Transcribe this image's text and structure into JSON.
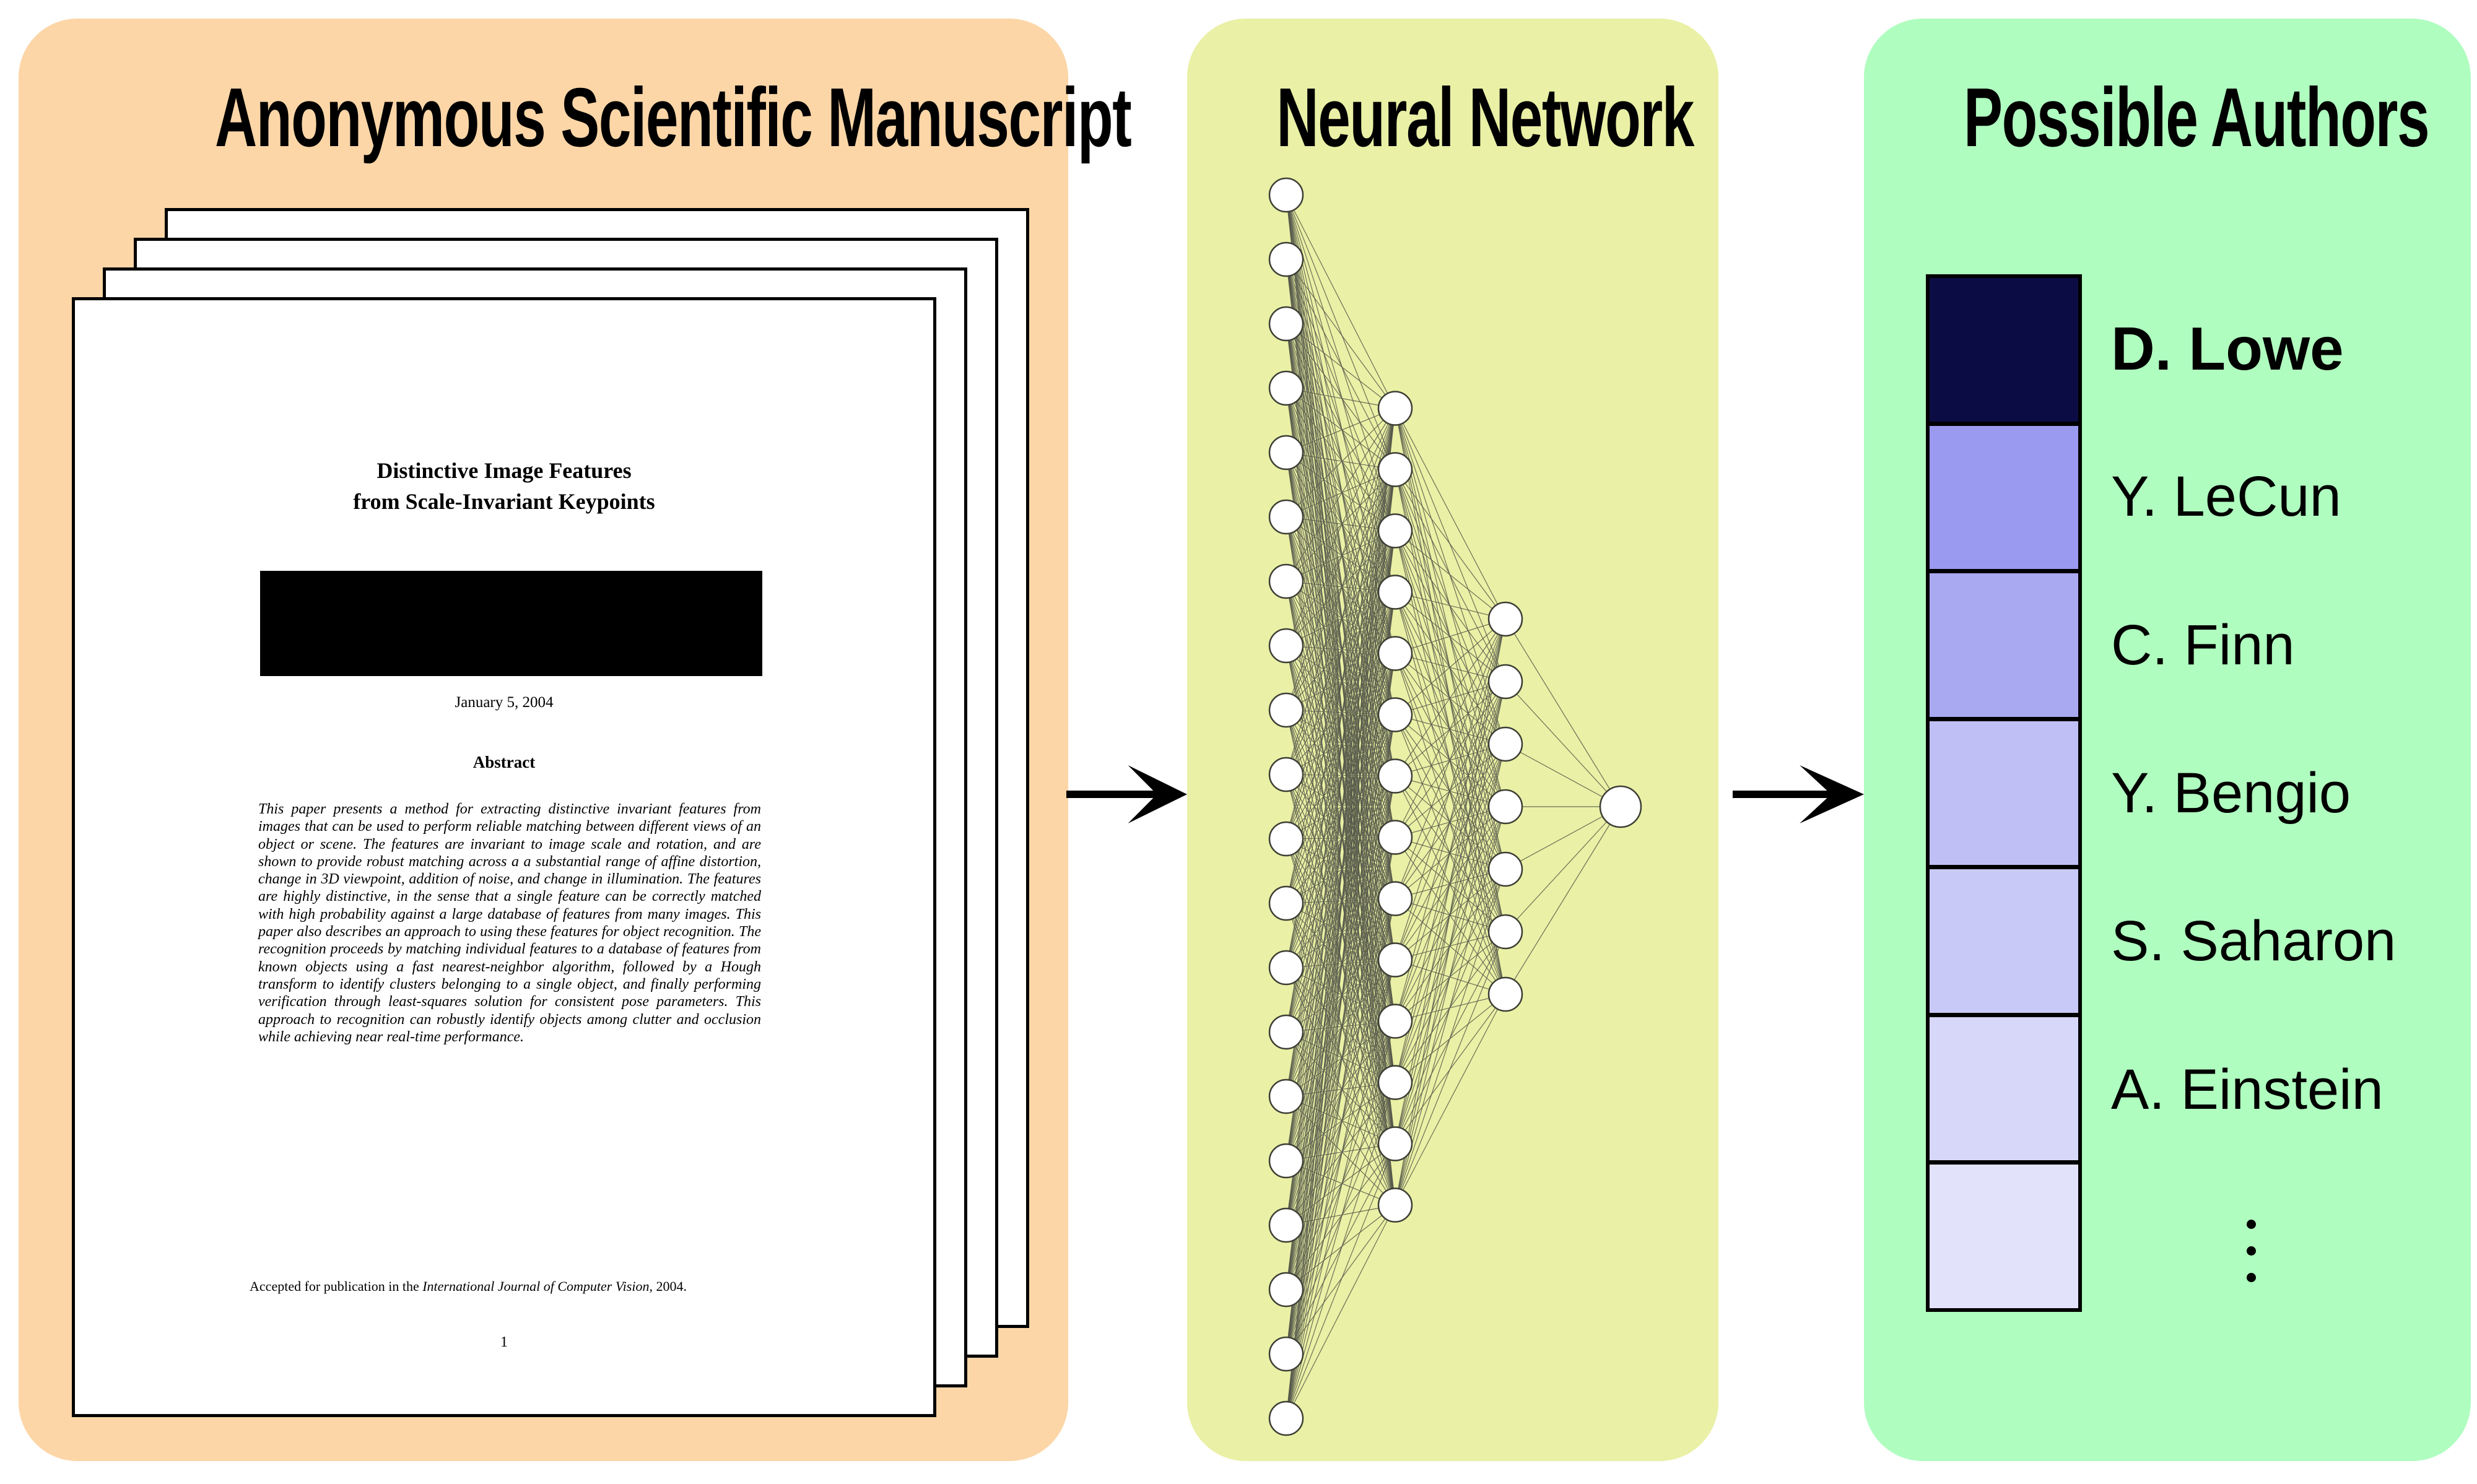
{
  "panels": {
    "manuscript": {
      "title": "Anonymous Scientific Manuscript",
      "bg": "#fcd6a7"
    },
    "network": {
      "title": "Neural Network",
      "bg": "#eaf0a5"
    },
    "authors": {
      "title": "Possible Authors",
      "bg": "#b0fdc0"
    }
  },
  "paper": {
    "title_line1": "Distinctive Image Features",
    "title_line2": "from Scale-Invariant Keypoints",
    "date": "January 5, 2004",
    "section_heading": "Abstract",
    "abstract": "This paper presents a method for extracting distinctive invariant features from images that can be used to perform reliable matching between different views of an object or scene. The features are invariant to image scale and rotation, and are shown to provide robust matching across a a substantial range of affine distortion, change in 3D viewpoint, addition of noise, and change in illumination. The features are highly distinctive, in the sense that a single feature can be correctly matched with high probability against a large database of features from many images. This paper also describes an approach to using these features for object recognition. The recognition proceeds by matching individual features to a database of features from known objects using a fast nearest-neighbor algorithm, followed by a Hough transform to identify clusters belonging to a single object, and finally performing verification through least-squares solution for consistent pose parameters. This approach to recognition can robustly identify objects among clutter and occlusion while achieving near real-time performance.",
    "footer_prefix": "Accepted for publication in the ",
    "footer_journal_italic": "International Journal of Computer Vision",
    "footer_suffix": ", 2004.",
    "page_number": "1",
    "redaction_color": "#000000"
  },
  "network": {
    "layer_sizes": [
      20,
      14,
      7,
      1
    ],
    "node_fill": "#ffffff",
    "node_stroke": "#3d3f35",
    "edge_color": "#55584a"
  },
  "authors": {
    "bar_border_color": "#000000",
    "items": [
      {
        "name": "D. Lowe",
        "cell_color": "#0c0c45",
        "emphasis": true,
        "ellipsis": false
      },
      {
        "name": "Y. LeCun",
        "cell_color": "#9a9af0",
        "emphasis": false,
        "ellipsis": false
      },
      {
        "name": "C. Finn",
        "cell_color": "#a9a9f2",
        "emphasis": false,
        "ellipsis": false
      },
      {
        "name": "Y. Bengio",
        "cell_color": "#bfbff5",
        "emphasis": false,
        "ellipsis": false
      },
      {
        "name": "S. Saharon",
        "cell_color": "#c9c9f7",
        "emphasis": false,
        "ellipsis": false
      },
      {
        "name": "A. Einstein",
        "cell_color": "#d7d7fa",
        "emphasis": false,
        "ellipsis": false
      },
      {
        "name": "⋮",
        "cell_color": "#e2e2fb",
        "emphasis": false,
        "ellipsis": true
      }
    ]
  },
  "arrows": {
    "color": "#000000"
  }
}
